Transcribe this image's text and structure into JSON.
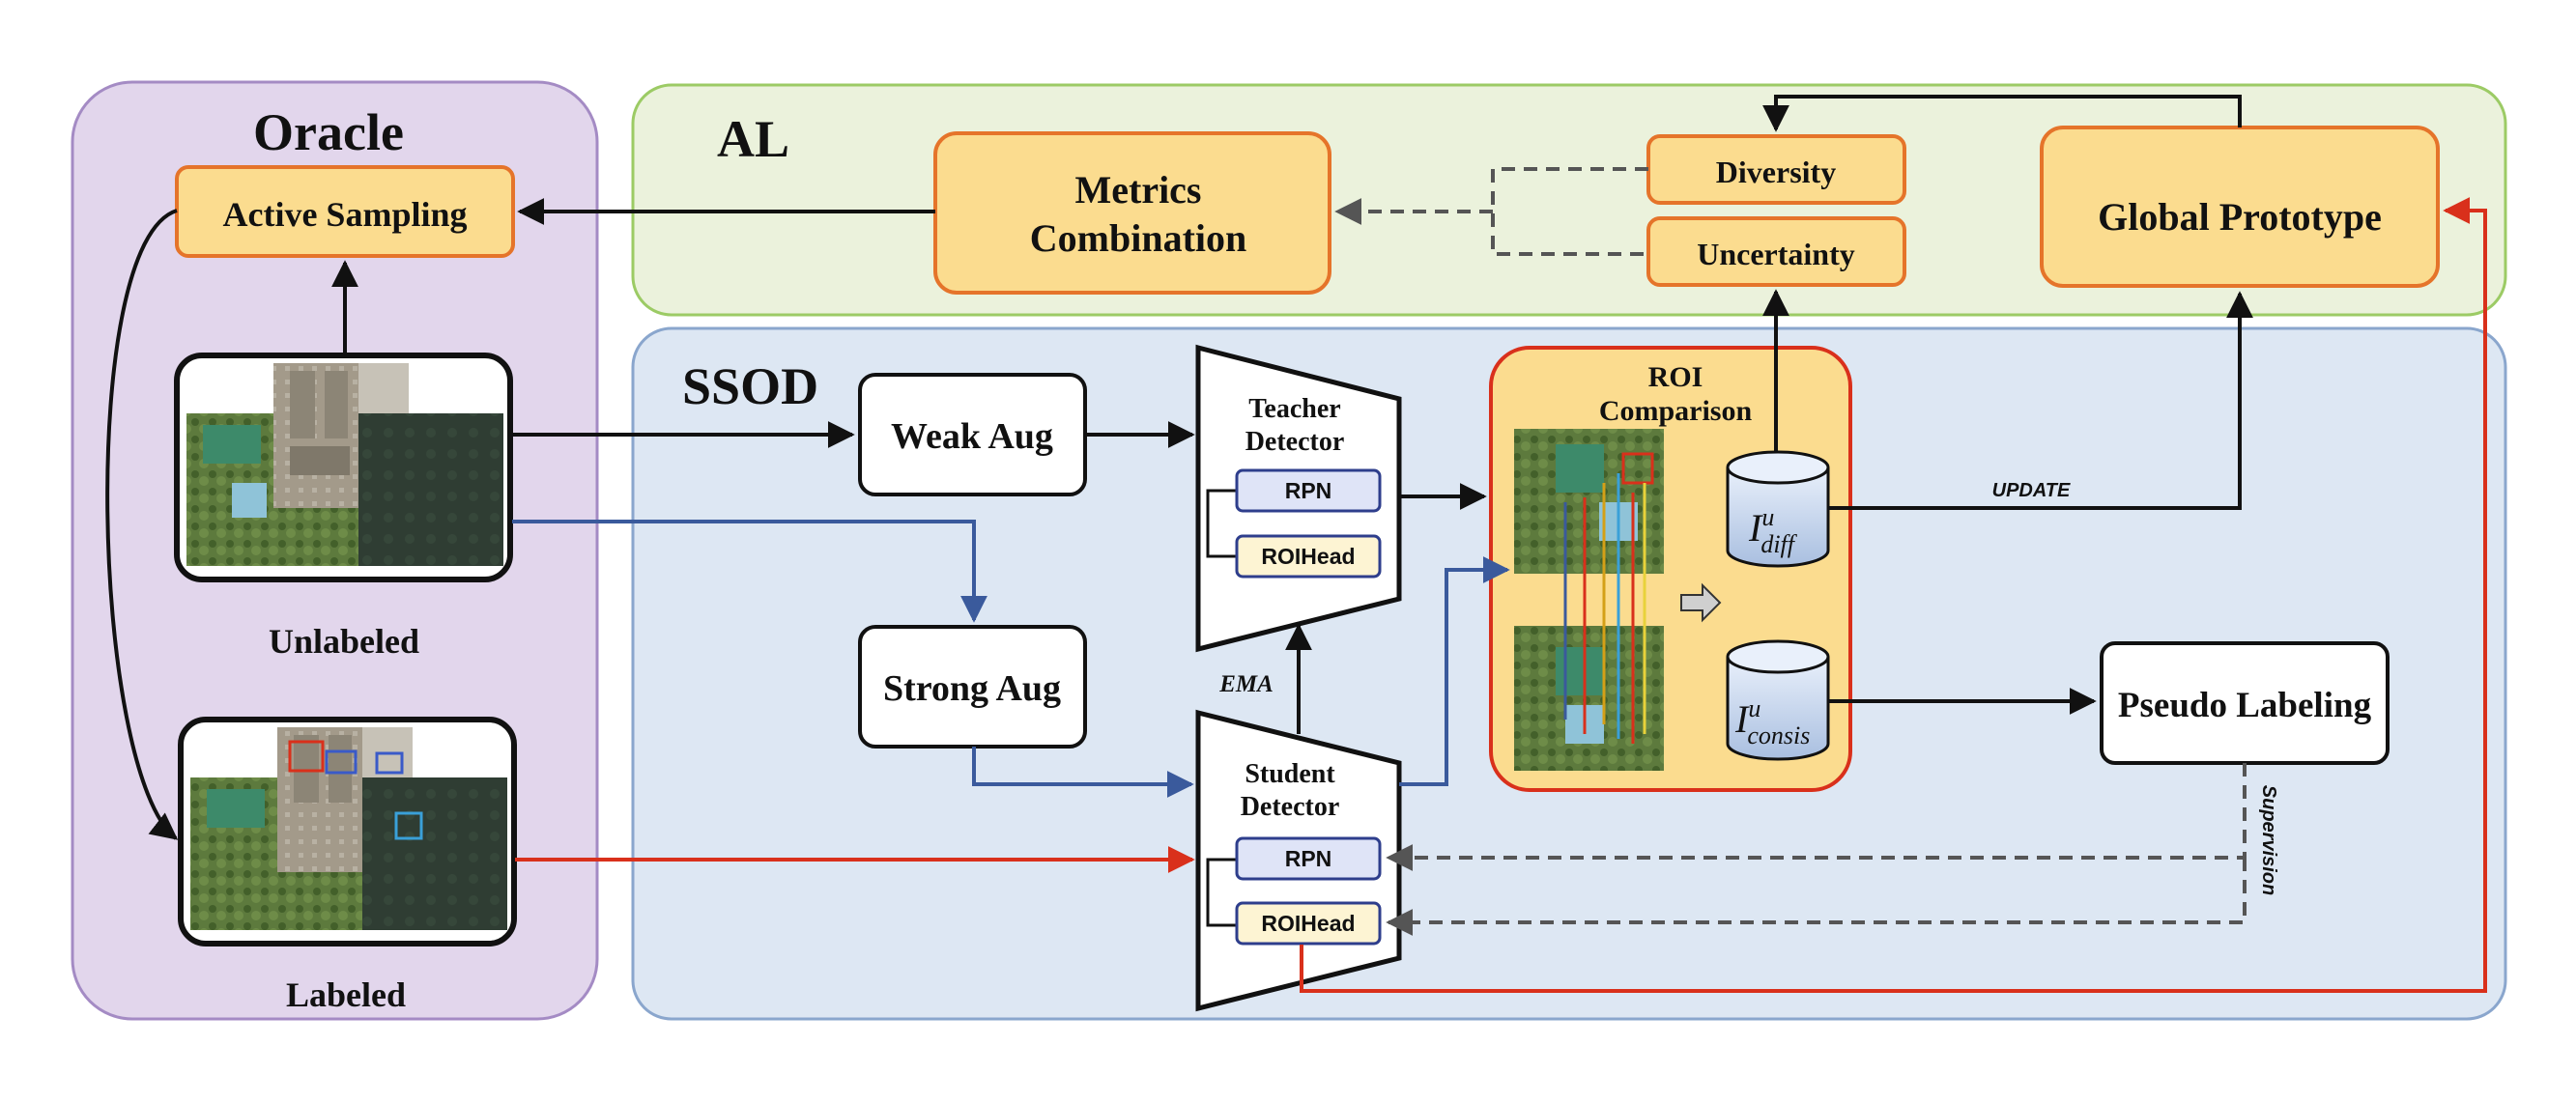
{
  "regions": {
    "oracle": "Oracle",
    "al": "AL",
    "ssod": "SSOD"
  },
  "oracle": {
    "active_sampling": "Active Sampling",
    "unlabeled": "Unlabeled",
    "labeled": "Labeled"
  },
  "al": {
    "metrics_line1": "Metrics",
    "metrics_line2": "Combination",
    "diversity": "Diversity",
    "uncertainty": "Uncertainty",
    "global_prototype": "Global Prototype"
  },
  "ssod": {
    "weak_aug": "Weak Aug",
    "strong_aug": "Strong Aug",
    "teacher_line1": "Teacher",
    "teacher_line2": "Detector",
    "student_line1": "Student",
    "student_line2": "Detector",
    "rpn": "RPN",
    "roihead": "ROIHead",
    "ema": "EMA",
    "roi_line1": "ROI",
    "roi_line2": "Comparison",
    "i_sym": "I",
    "i_sup": "u",
    "diff_sub": "diff",
    "consis_sub": "consis",
    "update": "UPDATE",
    "pseudo_labeling": "Pseudo Labeling",
    "supervision": "Supervision"
  },
  "colors": {
    "oracle_fill": "#e2d6ec",
    "oracle_stroke": "#a48bc4",
    "al_fill": "#ebf2dc",
    "al_stroke": "#9ccb65",
    "ssod_fill": "#dde7f3",
    "ssod_stroke": "#8aa6cd",
    "orange_fill": "#fbdc8f",
    "orange_stroke": "#e5742a",
    "blue_arrow": "#3a5a9c",
    "red_arrow": "#d9301b",
    "chip_fill": "#dfe4f7",
    "chip_stroke": "#2e3e8c",
    "roihead_fill": "#fdf4d3"
  }
}
